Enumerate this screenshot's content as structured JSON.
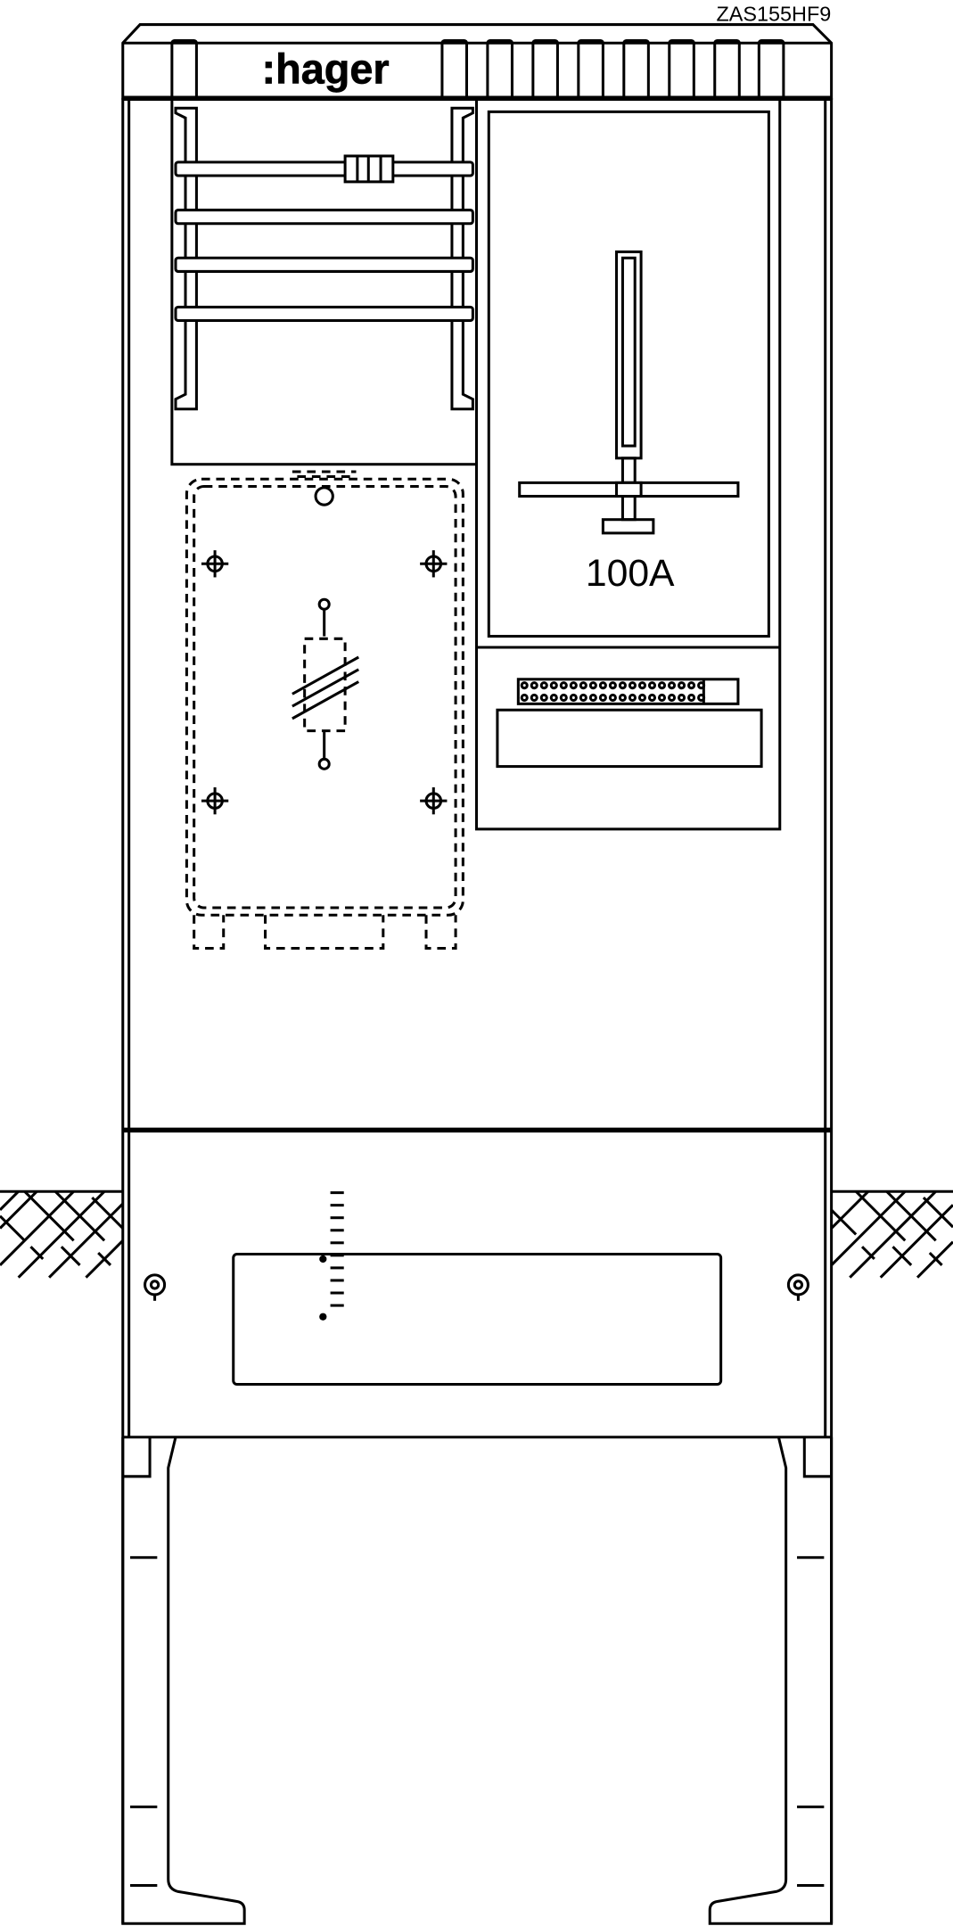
{
  "drawing": {
    "model": "ZAS155HF9",
    "brand_logo": ":hager",
    "meter_rating": "100A"
  }
}
